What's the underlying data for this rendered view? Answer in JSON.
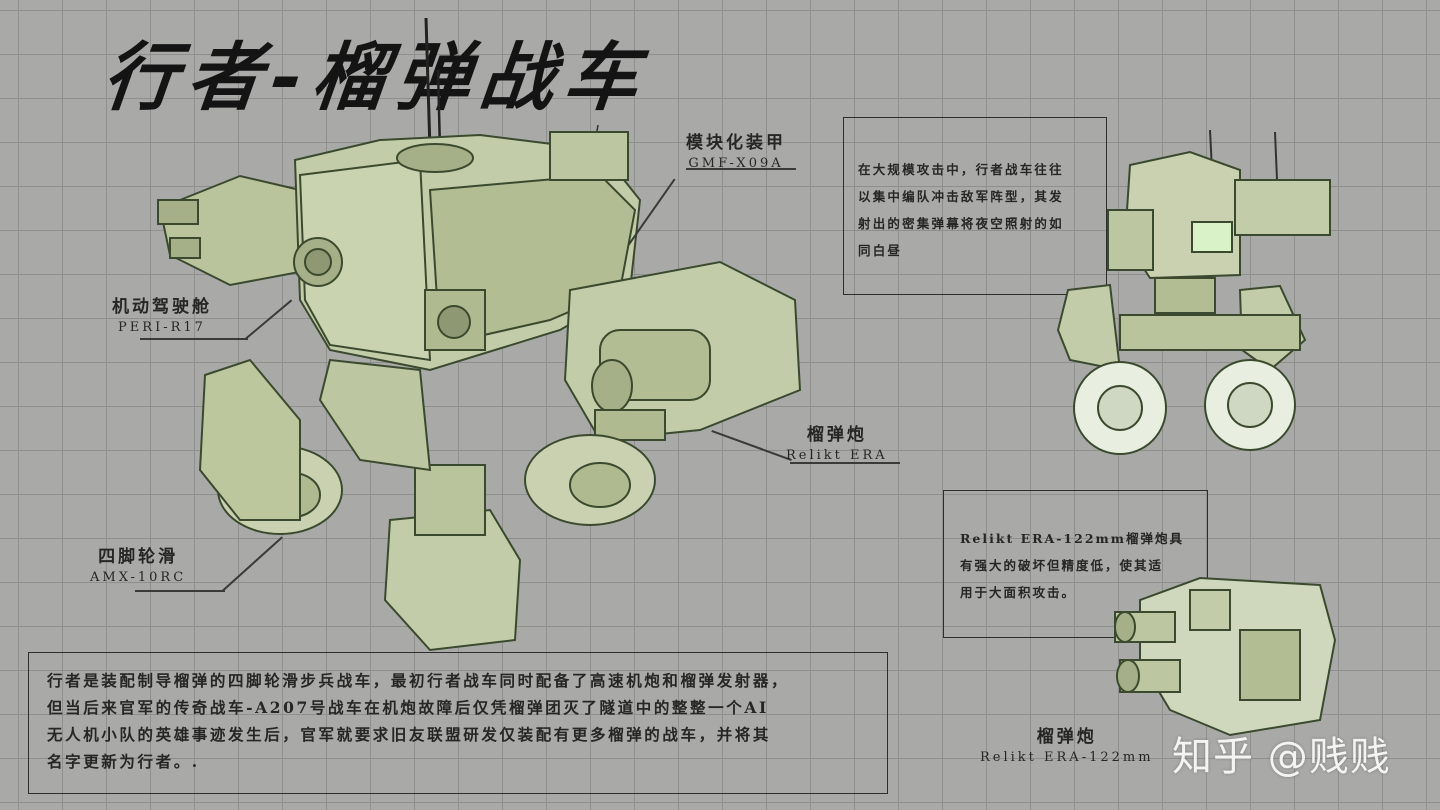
{
  "title": "行者-榴弹战车",
  "callouts": {
    "armor": {
      "cn": "模块化装甲",
      "en": "GMF-X09A"
    },
    "cockpit": {
      "cn": "机动驾驶舱",
      "en": "PERI-R17"
    },
    "cannon": {
      "cn": "榴弹炮",
      "en": "Relikt ERA"
    },
    "legs": {
      "cn": "四脚轮滑",
      "en": "AMX-10RC"
    },
    "cannon_detail": {
      "cn": "榴弹炮",
      "en": "Relikt ERA-122mm"
    }
  },
  "descriptions": {
    "main": [
      "行者是装配制导榴弹的四脚轮滑步兵战车，最初行者战车同时配备了高速机炮和榴弹发射器，",
      "但当后来官军的传奇战车-A207号战车在机炮故障后仅凭榴弹团灭了隧道中的整整一个AI",
      "无人机小队的英雄事迹发生后，官军就要求旧友联盟研发仅装配有更多榴弹的战车，并将其",
      "名字更新为行者。."
    ],
    "attack": [
      "在大规模攻击中，行者战车往往",
      "以集中编队冲击敌军阵型，其发",
      "射出的密集弹幕将夜空照射的如",
      "同白昼"
    ],
    "cannon": [
      "Relikt ERA-122mm榴弹炮具",
      "有强大的破坏但精度低，使其适",
      "用于大面积攻击。"
    ]
  },
  "watermark": "知乎 @贱贱",
  "colors": {
    "background": "#a9aaa8",
    "grid": "#8f908e",
    "mech_fill": "#c3cca8",
    "mech_shade": "#a6b088",
    "mech_line": "#3b4a2e",
    "glow": "#d9f2c8"
  }
}
